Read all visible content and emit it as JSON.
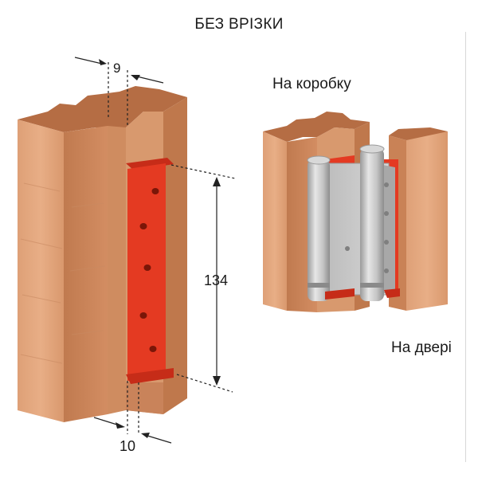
{
  "title": "БЕЗ ВРІЗКИ",
  "labels": {
    "frame": "На коробку",
    "door": "На дверi"
  },
  "dimensions": {
    "top_gap": "9",
    "plate_length": "134",
    "bottom_gap": "10"
  },
  "colors": {
    "wood_front": "#e2a47a",
    "wood_side": "#c98256",
    "wood_top": "#b36a42",
    "plate_red": "#e43a22",
    "hinge_silver": "#c8c8c8"
  }
}
